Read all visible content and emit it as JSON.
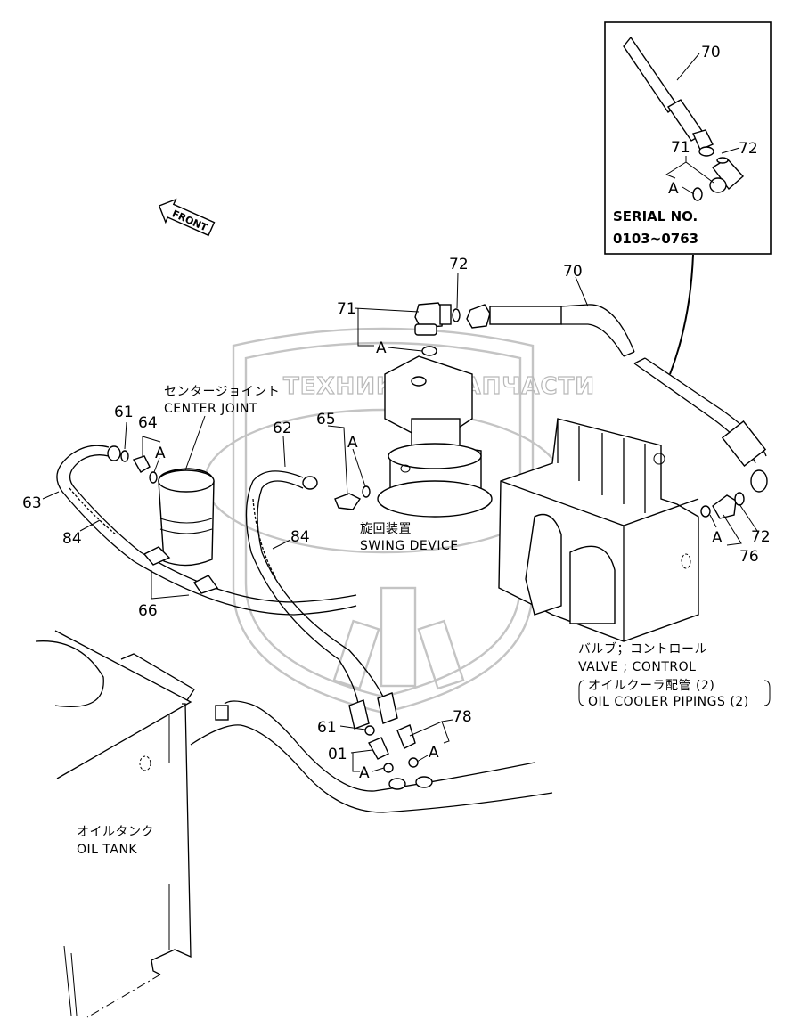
{
  "diagram": {
    "title": "Oil Cooler Pipings (2) - Swing Device / Center Joint / Control Valve",
    "direction_indicator": {
      "icon": "front-arrow-icon",
      "label": "FRONT"
    },
    "watermark": {
      "left_text": "ТЕХНИКА",
      "right_text": "ЗАПЧАСТИ",
      "logo": "ЭТФ"
    },
    "components": {
      "center_joint": {
        "jp": "センタージョイント",
        "en": "CENTER JOINT"
      },
      "swing_device": {
        "jp": "旋回装置",
        "en": "SWING DEVICE"
      },
      "control_valve": {
        "jp": "バルブ；コントロール",
        "en": "VALVE ; CONTROL"
      },
      "oil_cooler_pipings": {
        "jp": "オイルクーラ配管 (2)",
        "en": "OIL COOLER PIPINGS (2)"
      },
      "oil_tank": {
        "jp": "オイルタンク",
        "en": "OIL TANK"
      }
    },
    "inset": {
      "serial_label": "SERIAL NO.",
      "serial_range": "0103~0763",
      "callouts": [
        "70",
        "71",
        "72",
        "A"
      ]
    },
    "callouts": {
      "c70": "70",
      "c71": "71",
      "c72_top": "72",
      "c72_right": "72",
      "c76": "76",
      "c61_left": "61",
      "c64": "64",
      "c63": "63",
      "c84_left": "84",
      "c84_mid": "84",
      "c66": "66",
      "c62": "62",
      "c65": "65",
      "c61_bottom": "61",
      "c01": "01",
      "c78": "78",
      "oring_a": "A"
    }
  }
}
